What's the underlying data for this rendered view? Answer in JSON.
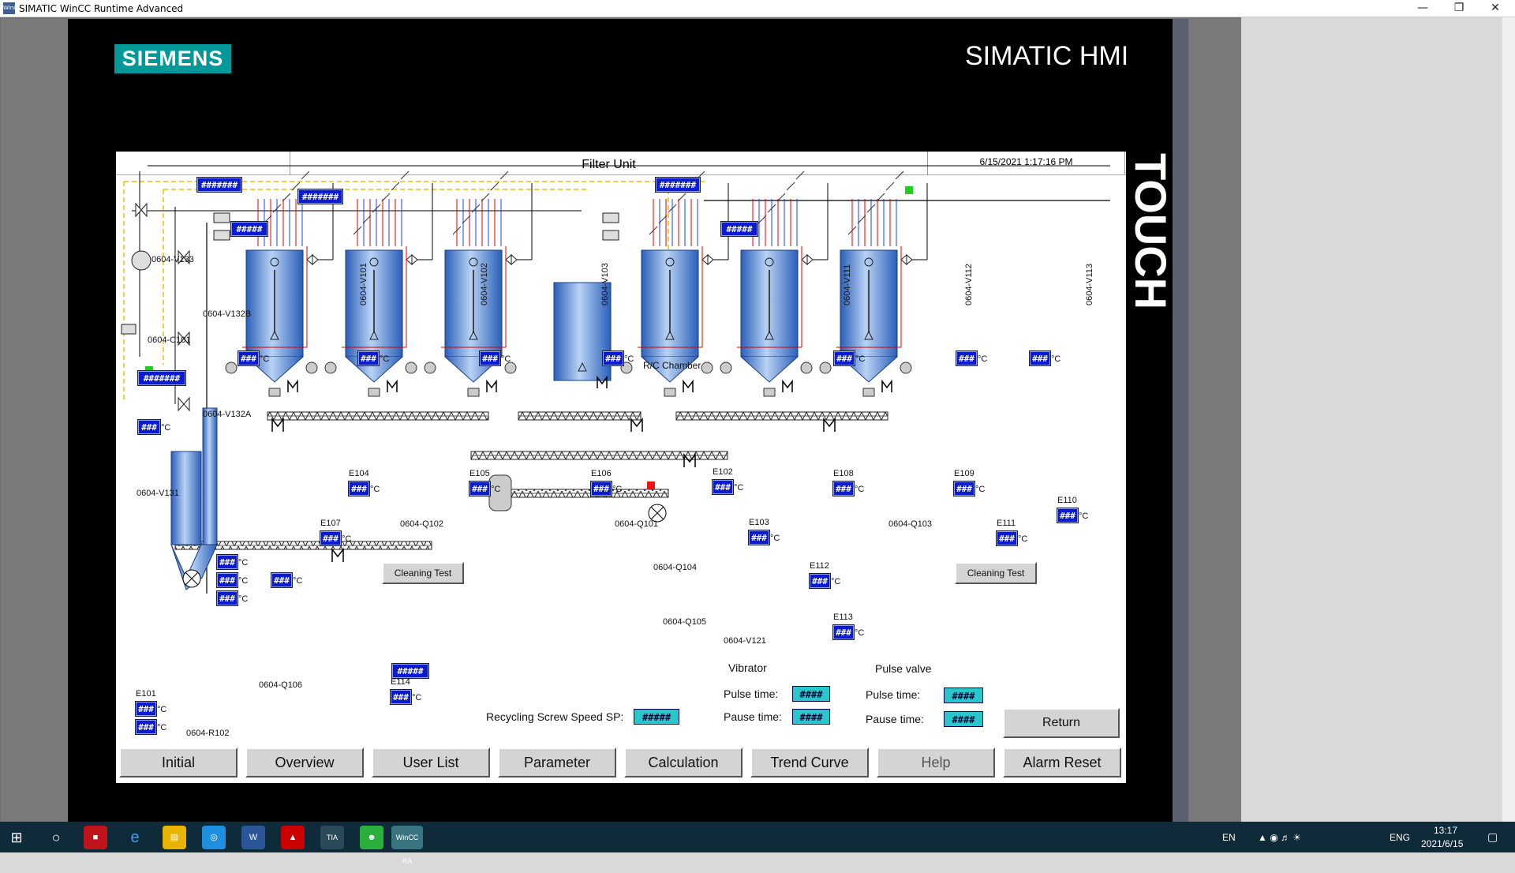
{
  "window": {
    "title": "SIMATIC WinCC Runtime Advanced",
    "app_icon_text": "WinCC RA"
  },
  "panel": {
    "brand": "SIEMENS",
    "product": "SIMATIC HMI",
    "side_label": "TOUCH"
  },
  "screen": {
    "title": "Filter Unit",
    "datetime": "6/15/2021 1:17:16 PM"
  },
  "chamber_label": "R/C Chamber",
  "valves": [
    "0604-V133",
    "0604-V132B",
    "0604-C101",
    "0604-V132A",
    "0604-V131",
    "0604-V121"
  ],
  "filter_valves": [
    "0604-V101",
    "0604-V102",
    "0604-V103",
    "0604-V111",
    "0604-V112",
    "0604-V113"
  ],
  "screws": [
    "0604-Q102",
    "0604-Q101",
    "0604-Q103",
    "0604-Q104",
    "0604-Q105",
    "0604-Q106",
    "0604-R102"
  ],
  "motors": [
    "E104",
    "E105",
    "E106",
    "E102",
    "E108",
    "E109",
    "E110",
    "E107",
    "E103",
    "E111",
    "E112",
    "E113",
    "E114",
    "E101"
  ],
  "placeholders": {
    "long": "#######",
    "medium": "#####",
    "short": "###",
    "four": "####"
  },
  "unit": "°C",
  "buttons": {
    "cleaning_left": "Cleaning Test",
    "cleaning_right": "Cleaning Test",
    "return": "Return"
  },
  "vibrator": {
    "title": "Vibrator",
    "pulse_label": "Pulse time:",
    "pause_label": "Pause time:",
    "pulse_value": "####",
    "pause_value": "####"
  },
  "pulse_valve": {
    "title": "Pulse valve",
    "pulse_label": "Pulse time:",
    "pause_label": "Pause time:",
    "pulse_value": "####",
    "pause_value": "####"
  },
  "recycling": {
    "label": "Recycling Screw Speed SP:",
    "value": "#####"
  },
  "nav": [
    "Initial",
    "Overview",
    "User List",
    "Parameter",
    "Calculation",
    "Trend Curve",
    "Help",
    "Alarm Reset"
  ],
  "indicators": {
    "green": "#22cc22",
    "red": "#ee1111"
  },
  "taskbar": {
    "time": "13:17",
    "date": "2021/6/15",
    "lang": "ENG",
    "ime": "EN"
  }
}
